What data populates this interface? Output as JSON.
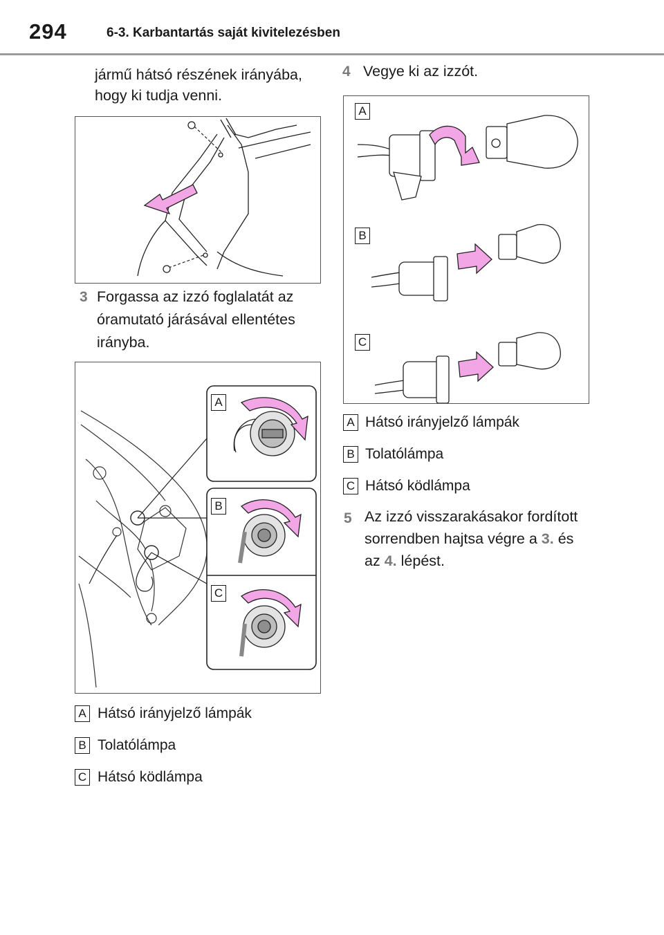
{
  "header": {
    "page_number": "294",
    "section_title": "6-3. Karbantartás saját kivitelezésben"
  },
  "left": {
    "intro_line1": "jármű hátsó részének irányába,",
    "intro_line2": "hogy ki tudja venni.",
    "step3": {
      "number": "3",
      "line1": "Forgassa az izzó foglalatát az",
      "line2": "óramutató járásával ellentétes",
      "line3": "irányba."
    },
    "figure2_tags": [
      "A",
      "B",
      "C"
    ],
    "legend": [
      {
        "tag": "A",
        "label": "Hátsó irányjelző lámpák"
      },
      {
        "tag": "B",
        "label": "Tolatólámpa"
      },
      {
        "tag": "C",
        "label": "Hátsó ködlámpa"
      }
    ]
  },
  "right": {
    "step4": {
      "number": "4",
      "text": "Vegye ki az izzót."
    },
    "figure3_tags": [
      "A",
      "B",
      "C"
    ],
    "legend": [
      {
        "tag": "A",
        "label": "Hátsó irányjelző lámpák"
      },
      {
        "tag": "B",
        "label": "Tolatólámpa"
      },
      {
        "tag": "C",
        "label": "Hátsó ködlámpa"
      }
    ],
    "step5": {
      "number": "5",
      "line1": "Az izzó visszarakásakor fordított",
      "line2_pre": "sorrendben hajtsa végre a",
      "ref1": "3.",
      "line2_post": "és",
      "line3_pre": "az",
      "ref2": "4.",
      "line3_post": "lépést."
    }
  },
  "colors": {
    "arrow_pink": "#f3a6e6",
    "accent_gray": "#7a7a7a"
  }
}
